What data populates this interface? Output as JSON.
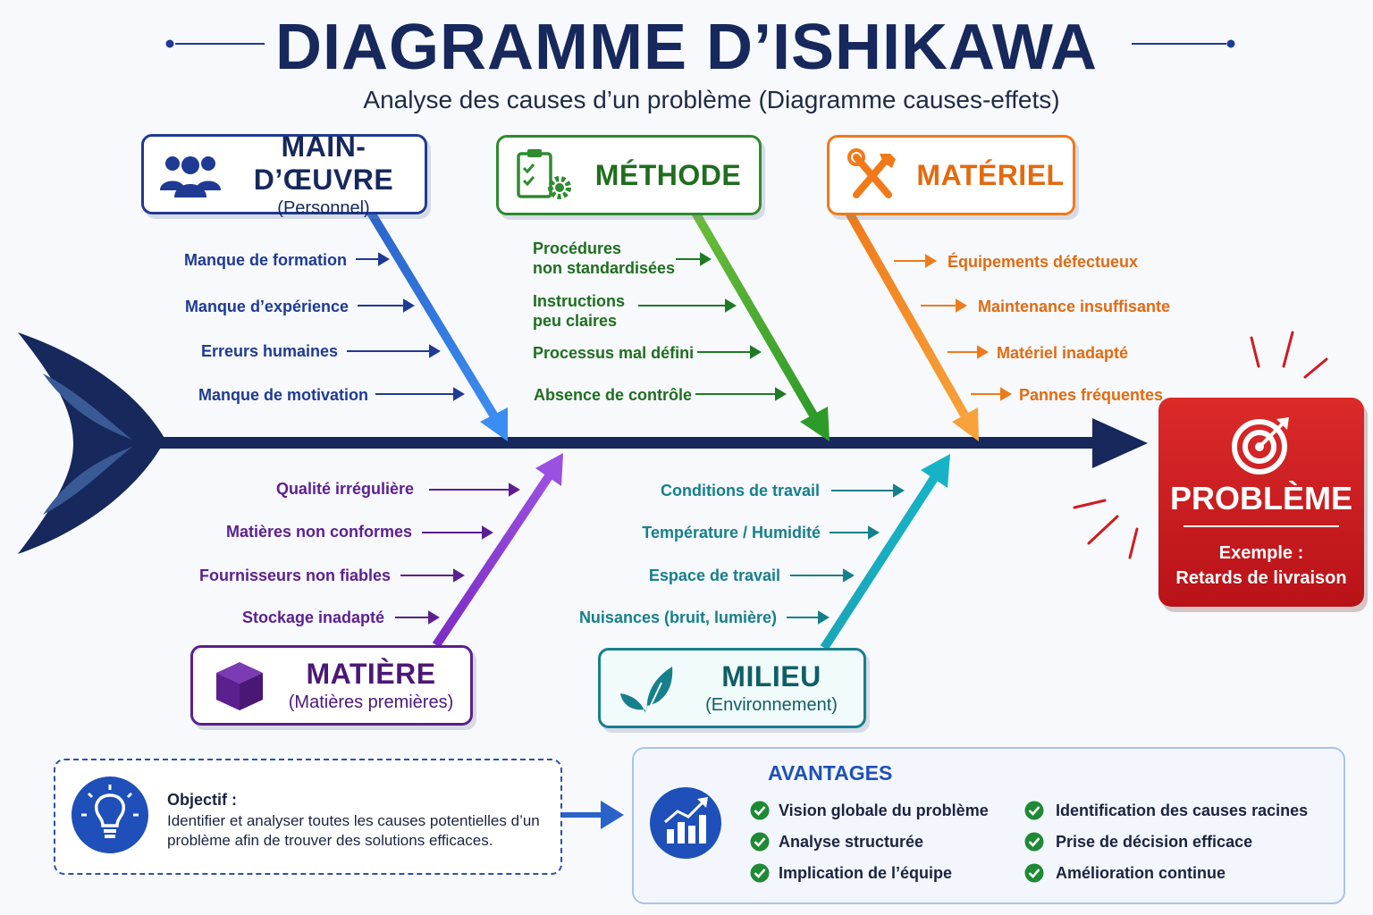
{
  "title": "DIAGRAMME D’ISHIKAWA",
  "subtitle": "Analyse des causes d’un problème (Diagramme causes-effets)",
  "colors": {
    "navy": "#16285c",
    "main_doeuvre": "#1f3a93",
    "methode": "#2e8b2e",
    "materiel": "#f07a1a",
    "matiere": "#5c1f8f",
    "milieu": "#167f8c",
    "probleme": "#c8161d"
  },
  "categories": {
    "main_doeuvre": {
      "name": "MAIN-D’ŒUVRE",
      "sub": "(Personnel)",
      "icon": "people-icon",
      "causes": [
        "Manque de formation",
        "Manque d’expérience",
        "Erreurs humaines",
        "Manque de motivation"
      ]
    },
    "methode": {
      "name": "MÉTHODE",
      "sub": "",
      "icon": "clipboard-gear-icon",
      "causes": [
        "Procédures\nnon standardisées",
        "Instructions\npeu claires",
        "Processus mal défini",
        "Absence de contrôle"
      ]
    },
    "materiel": {
      "name": "MATÉRIEL",
      "sub": "",
      "icon": "tools-icon",
      "causes": [
        "Équipements défectueux",
        "Maintenance insuffisante",
        "Matériel inadapté",
        "Pannes fréquentes"
      ]
    },
    "matiere": {
      "name": "MATIÈRE",
      "sub": "(Matières premières)",
      "icon": "box-icon",
      "causes": [
        "Qualité irrégulière",
        "Matières non conformes",
        "Fournisseurs non fiables",
        "Stockage inadapté"
      ]
    },
    "milieu": {
      "name": "MILIEU",
      "sub": "(Environnement)",
      "icon": "leaf-icon",
      "causes": [
        "Conditions de travail",
        "Température / Humidité",
        "Espace de travail",
        "Nuisances (bruit, lumière)"
      ]
    }
  },
  "problem": {
    "title": "PROBLÈME",
    "example_label": "Exemple :",
    "example": "Retards de livraison",
    "icon": "target-icon"
  },
  "objective": {
    "label": "Objectif :",
    "text": "Identifier et analyser toutes les causes potentielles d’un problème afin de trouver des solutions efficaces.",
    "icon": "lightbulb-icon"
  },
  "advantages": {
    "title": "AVANTAGES",
    "icon": "growth-chart-icon",
    "items": [
      "Vision globale du problème",
      "Analyse structurée",
      "Implication de l’équipe",
      "Identification des causes racines",
      "Prise de décision efficace",
      "Amélioration continue"
    ]
  }
}
